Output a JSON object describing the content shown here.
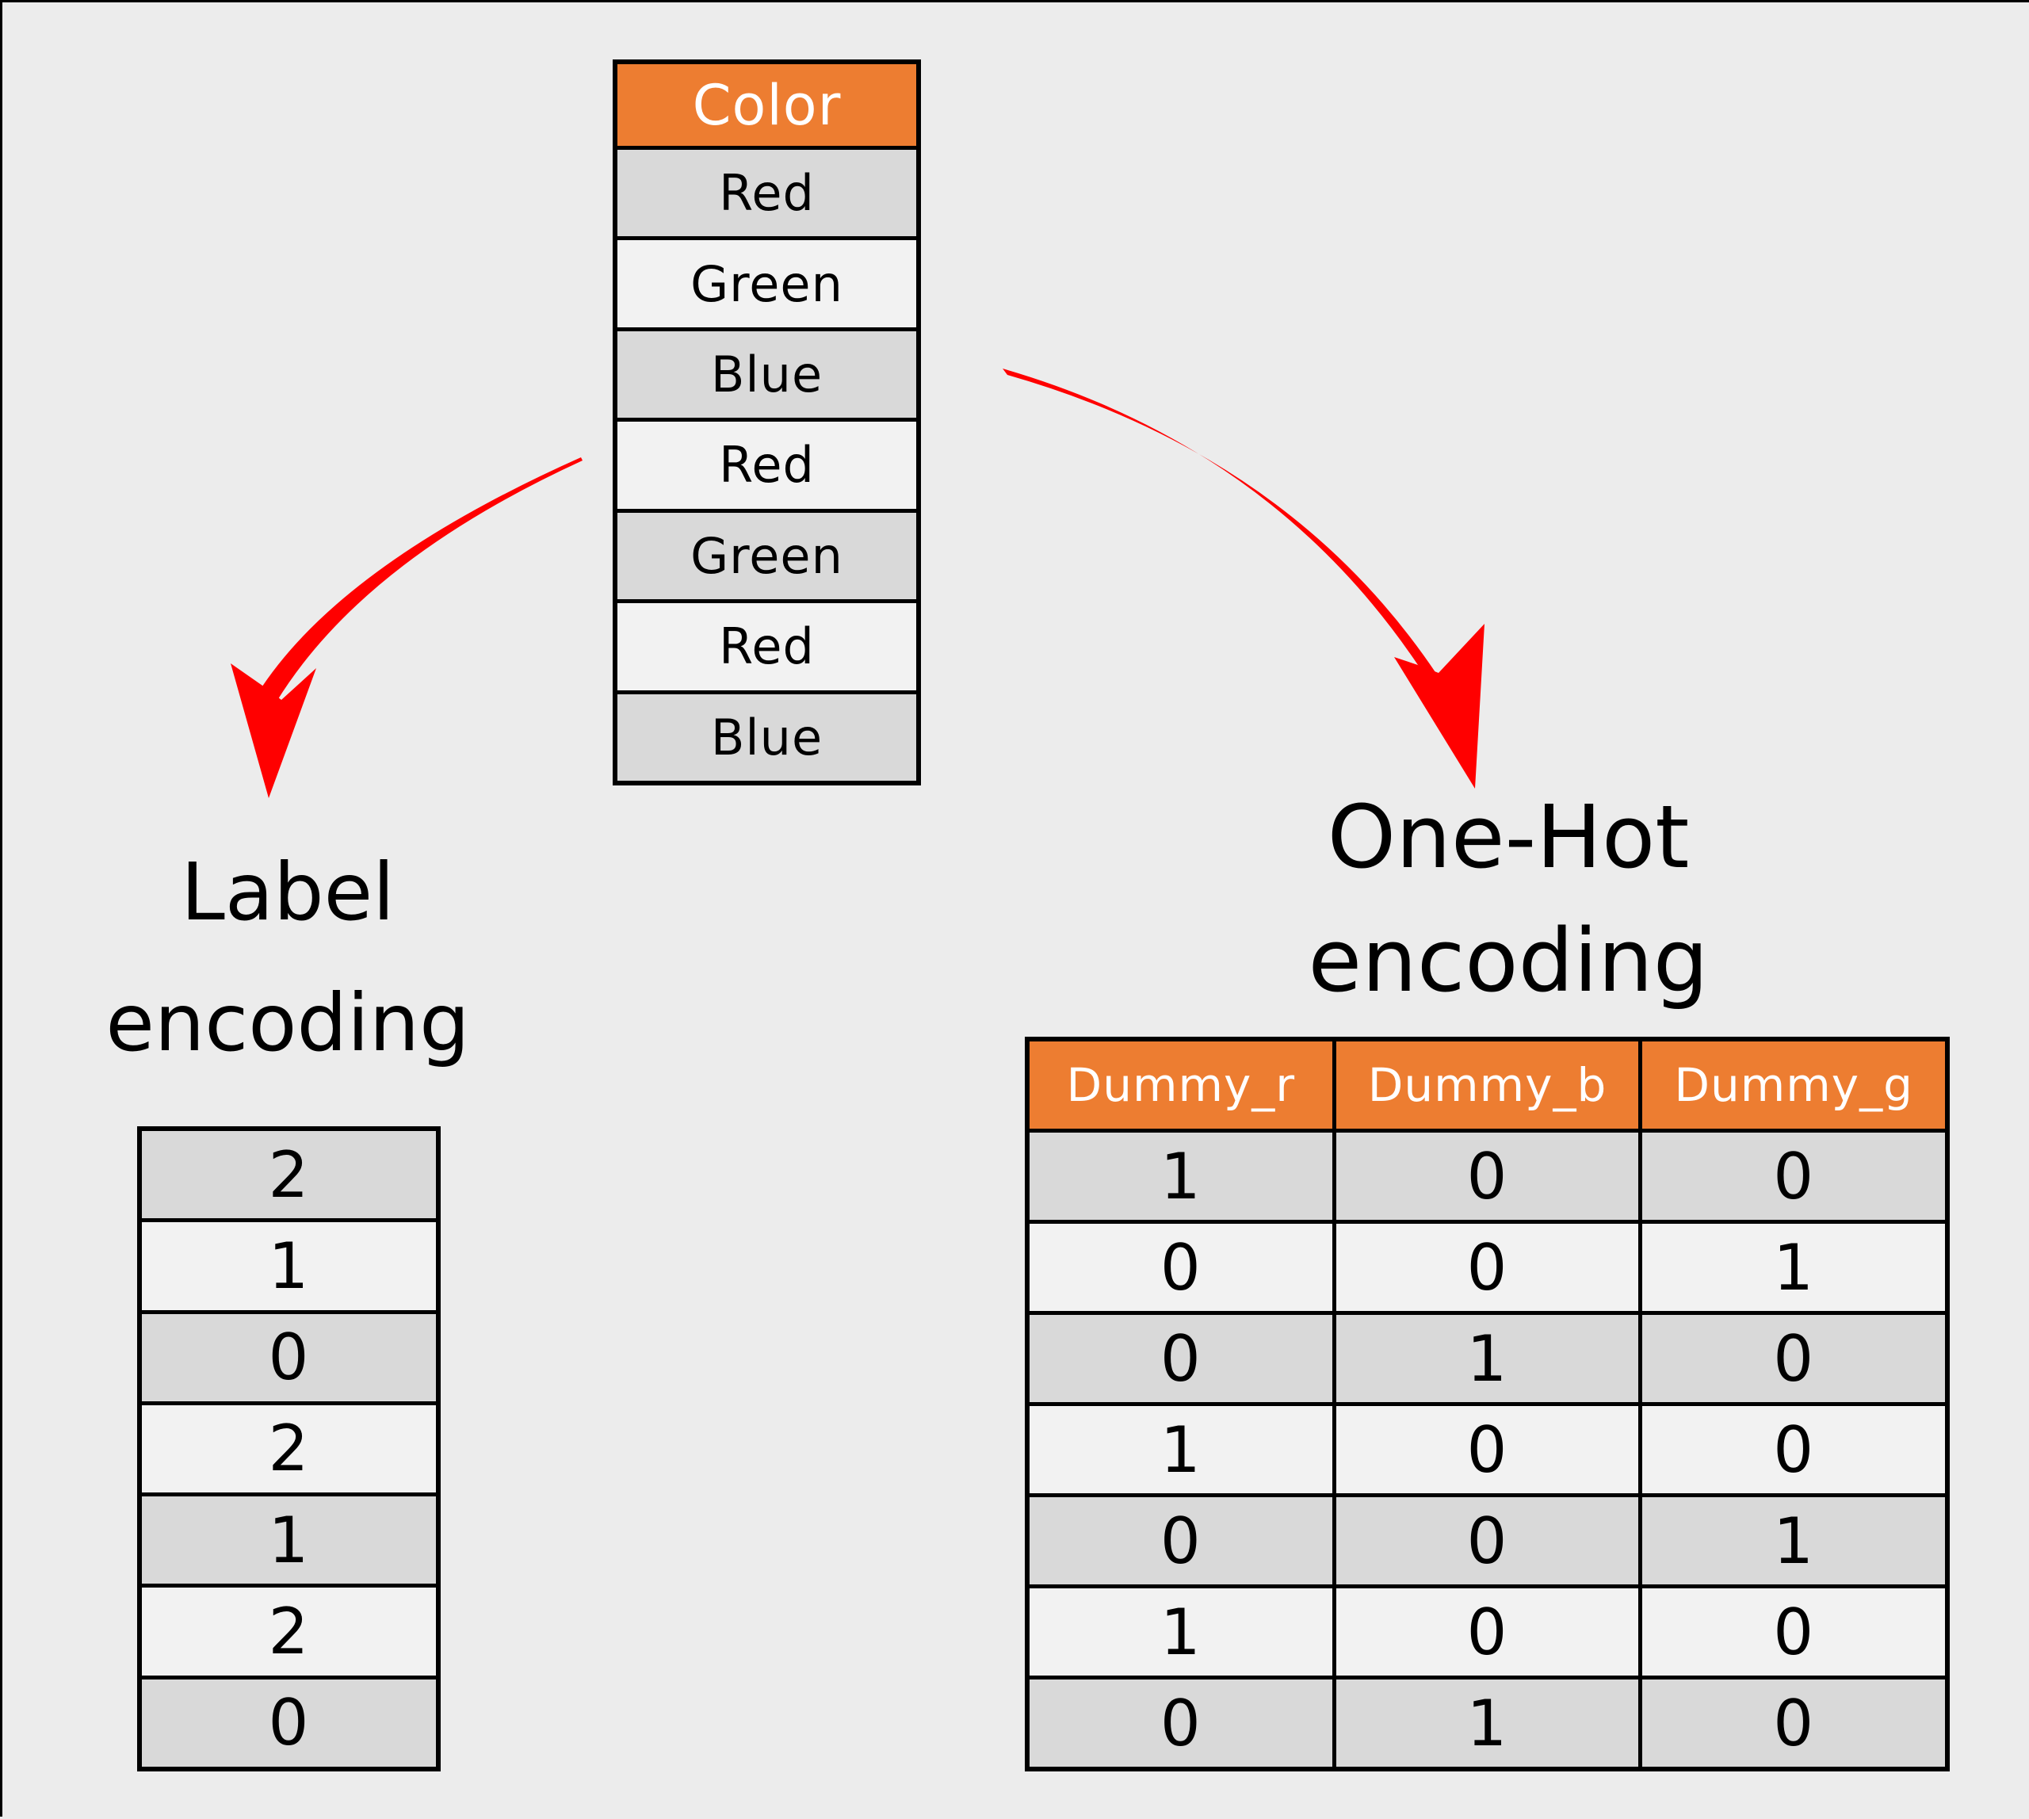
{
  "canvas": {
    "background": "#ececec",
    "frame_color": "#000000"
  },
  "colors": {
    "header_orange": "#ed7d31",
    "row_gray": "#d9d9d9",
    "row_light": "#f2f2f2",
    "grid_black": "#000000",
    "arrow_red": "#ff0000",
    "header_text": "#ffffff",
    "body_text": "#000000"
  },
  "icons": {
    "left_arrow": "curved-arrow-down-left",
    "right_arrow": "curved-arrow-down-right"
  },
  "source_table": {
    "header": "Color",
    "rows": [
      "Red",
      "Green",
      "Blue",
      "Red",
      "Green",
      "Red",
      "Blue"
    ]
  },
  "label_encoding": {
    "title_line1": "Label",
    "title_line2": "encoding",
    "values": [
      "2",
      "1",
      "0",
      "2",
      "1",
      "2",
      "0"
    ]
  },
  "one_hot": {
    "title_line1": "One-Hot",
    "title_line2": "encoding",
    "columns": [
      "Dummy_r",
      "Dummy_b",
      "Dummy_g"
    ],
    "rows": [
      [
        "1",
        "0",
        "0"
      ],
      [
        "0",
        "0",
        "1"
      ],
      [
        "0",
        "1",
        "0"
      ],
      [
        "1",
        "0",
        "0"
      ],
      [
        "0",
        "0",
        "1"
      ],
      [
        "1",
        "0",
        "0"
      ],
      [
        "0",
        "1",
        "0"
      ]
    ]
  }
}
